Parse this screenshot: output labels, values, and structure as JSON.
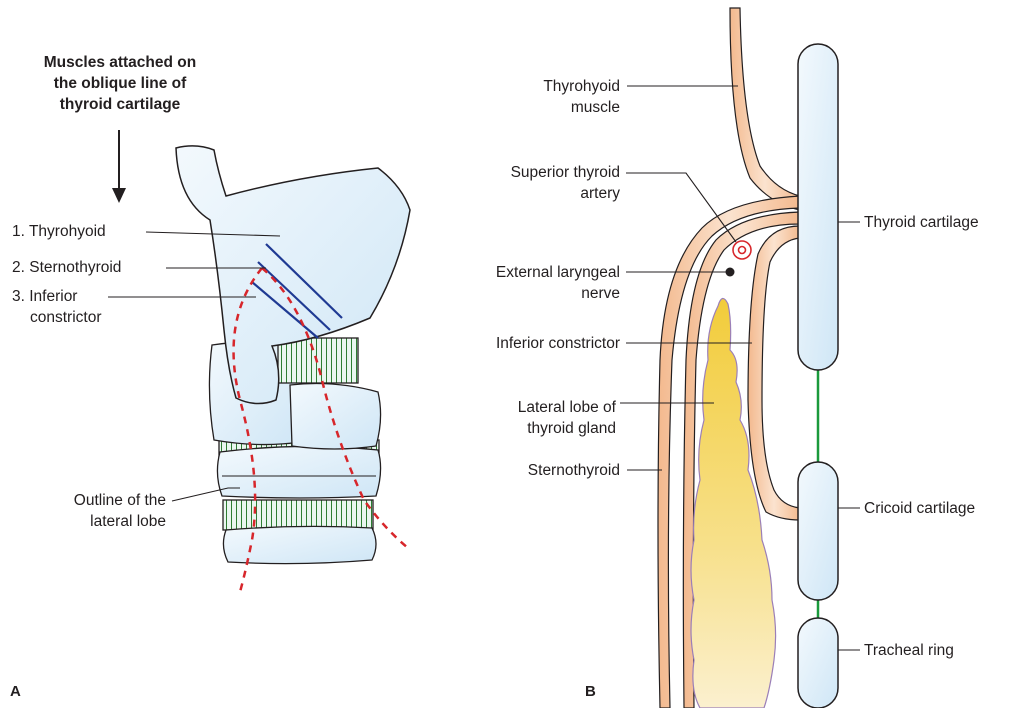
{
  "panel_a": {
    "letter": "A",
    "heading": [
      "Muscles attached on",
      "the oblique line of",
      "thyroid cartilage"
    ],
    "labels": {
      "thyrohyoid": "1. Thyrohyoid",
      "sternothyroid": "2. Sternothyroid",
      "inferior_constrictor": [
        "3. Inferior",
        "constrictor"
      ],
      "outline_lateral_lobe": [
        "Outline of the",
        "lateral lobe"
      ]
    }
  },
  "panel_b": {
    "letter": "B",
    "labels": {
      "thyrohyoid_muscle": [
        "Thyrohyoid",
        "muscle"
      ],
      "superior_thyroid_artery": [
        "Superior thyroid",
        "artery"
      ],
      "external_laryngeal_nerve": [
        "External laryngeal",
        "nerve"
      ],
      "inferior_constrictor": "Inferior constrictor",
      "lateral_lobe": [
        "Lateral lobe of",
        "thyroid gland"
      ],
      "sternothyroid": "Sternothyroid",
      "thyroid_cartilage": "Thyroid cartilage",
      "cricoid_cartilage": "Cricoid cartilage",
      "tracheal_ring": "Tracheal ring"
    }
  },
  "colors": {
    "cartilage_fill": "#dceef9",
    "cartilage_stroke": "#231f20",
    "muscle_fill": "#f6c9a6",
    "gland_fill": "#f4d45a",
    "muscle_lines": "#1f3a93",
    "outline_dash": "#d7262b",
    "artery": "#d7262b",
    "ligament": "#1a9a3c",
    "membrane_lines": "#2e7d32"
  }
}
